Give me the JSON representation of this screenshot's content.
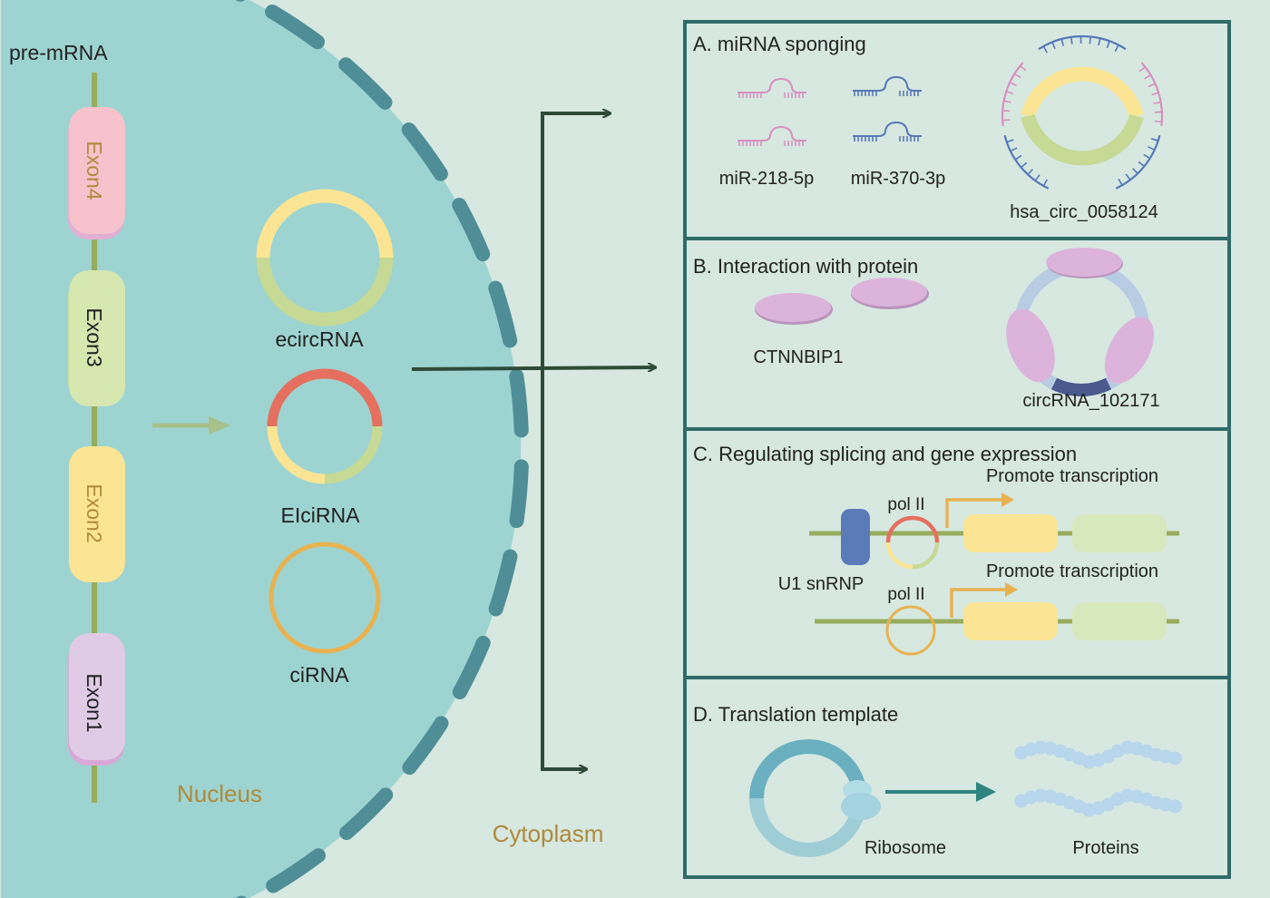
{
  "premrna_label": "pre-mRNA",
  "exons": [
    "Exon4",
    "Exon3",
    "Exon2",
    "Exon1"
  ],
  "circ_types": [
    "ecircRNA",
    "EIciRNA",
    "ciRNA"
  ],
  "nucleus_label": "Nucleus",
  "cytoplasm_label": "Cytoplasm",
  "panel_a": {
    "title": "A.  miRNA sponging",
    "mirna_1": "miR-218-5p",
    "mirna_2": "miR-370-3p",
    "circ_name": "hsa_circ_0058124"
  },
  "panel_b": {
    "title": "B. Interaction with protein",
    "protein": "CTNNBIP1",
    "circ_name": "circRNA_102171"
  },
  "panel_c": {
    "title": "C. Regulating splicing and gene expression",
    "promote_1": "Promote transcription",
    "promote_2": "Promote transcription",
    "pol_1": "pol II",
    "pol_2": "pol II",
    "u1": "U1 snRNP"
  },
  "panel_d": {
    "title": "D. Translation template",
    "ribosome": "Ribosome",
    "proteins": "Proteins"
  },
  "colors": {
    "background": "#d6e8e0",
    "nucleus": "#9dd4d1",
    "envelope": "#4f8e97",
    "arrow": "#2e4a38",
    "yellow": "#fbe594",
    "green": "#c6d995",
    "red": "#e57060",
    "orange": "#e9b250",
    "pink_mirna": "#d890c0",
    "blue_mirna": "#5678b8",
    "protein": "#dcb4db",
    "accent_text": "#b08a3a"
  }
}
